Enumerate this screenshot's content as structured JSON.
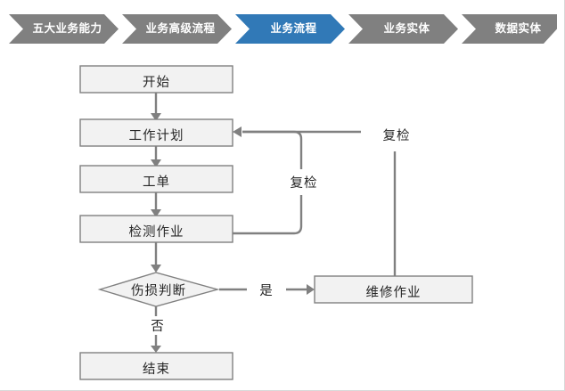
{
  "breadcrumb": {
    "active_index": 2,
    "colors": {
      "inactive": "#808080",
      "active": "#3179B7",
      "text": "#FFFFFF"
    },
    "items": [
      {
        "label": "五大业务能力"
      },
      {
        "label": "业务高级流程"
      },
      {
        "label": "业务流程"
      },
      {
        "label": "业务实体"
      },
      {
        "label": "数据实体"
      }
    ]
  },
  "diagram": {
    "type": "flowchart",
    "colors": {
      "node_fill": "#F2F2F2",
      "node_border": "#808080",
      "connector": "#808080",
      "text": "#262626",
      "canvas": "#FFFFFF"
    },
    "nodes": [
      {
        "id": "start",
        "label": "开始",
        "shape": "rect"
      },
      {
        "id": "plan",
        "label": "工作计划",
        "shape": "rect"
      },
      {
        "id": "order",
        "label": "工单",
        "shape": "rect"
      },
      {
        "id": "inspect",
        "label": "检测作业",
        "shape": "rect"
      },
      {
        "id": "decide",
        "label": "伤损判断",
        "shape": "diamond"
      },
      {
        "id": "repair",
        "label": "维修作业",
        "shape": "rect"
      },
      {
        "id": "end",
        "label": "结束",
        "shape": "rect"
      }
    ],
    "edge_labels": [
      {
        "id": "recheck_right",
        "label": "复检"
      },
      {
        "id": "recheck_mid",
        "label": "复检"
      },
      {
        "id": "yes",
        "label": "是"
      },
      {
        "id": "no",
        "label": "否"
      }
    ],
    "edges": [
      {
        "from": "start",
        "to": "plan",
        "label": ""
      },
      {
        "from": "plan",
        "to": "order",
        "label": ""
      },
      {
        "from": "order",
        "to": "inspect",
        "label": ""
      },
      {
        "from": "inspect",
        "to": "decide",
        "label": ""
      },
      {
        "from": "inspect",
        "to": "plan",
        "label": "复检"
      },
      {
        "from": "decide",
        "to": "repair",
        "label": "是"
      },
      {
        "from": "decide",
        "to": "end",
        "label": "否"
      },
      {
        "from": "repair",
        "to": "plan",
        "label": "复检"
      }
    ]
  }
}
